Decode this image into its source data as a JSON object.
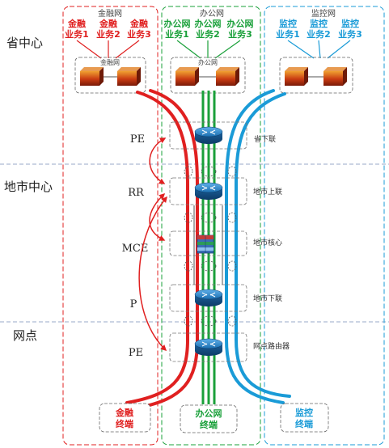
{
  "levels": [
    "省中心",
    "地市中心",
    "网点"
  ],
  "roles": [
    "PE",
    "RR",
    "MCE",
    "P",
    "PE"
  ],
  "networks": [
    {
      "title": "金融网",
      "color": "#e02020",
      "services": [
        [
          "金融",
          "业务1"
        ],
        [
          "金融",
          "业务2"
        ],
        [
          "金融",
          "业务3"
        ]
      ],
      "firewall_label": "金融网",
      "terminal": [
        "金融",
        "终端"
      ]
    },
    {
      "title": "办公网",
      "color": "#1aa03a",
      "services": [
        [
          "办公网",
          "业务1"
        ],
        [
          "办公网",
          "业务2"
        ],
        [
          "办公网",
          "业务3"
        ]
      ],
      "firewall_label": "办公网",
      "terminal": [
        "办公网",
        "终端"
      ]
    },
    {
      "title": "监控网",
      "color": "#1a9bd7",
      "services": [
        [
          "监控",
          "业务1"
        ],
        [
          "监控",
          "业务2"
        ],
        [
          "监控",
          "业务3"
        ]
      ],
      "firewall_label": "",
      "terminal": [
        "监控",
        "终端"
      ]
    }
  ],
  "nodes": [
    {
      "label": "省下联"
    },
    {
      "label": "地市上联"
    },
    {
      "label": "地市核心"
    },
    {
      "label": "地市下联"
    },
    {
      "label": "网点路由器"
    }
  ]
}
